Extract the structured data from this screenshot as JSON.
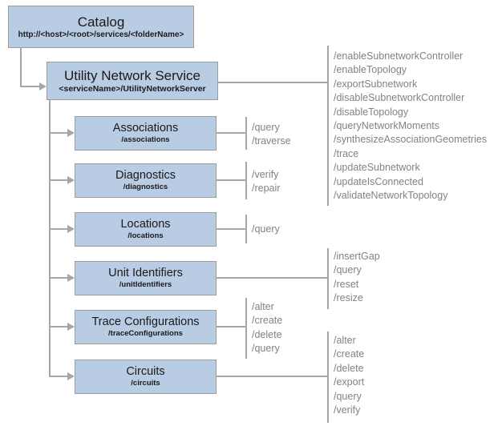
{
  "diagram": {
    "catalog": {
      "title": "Catalog",
      "subtitle": "http://<host>/<root>/services/<folderName>"
    },
    "service": {
      "title": "Utility Network Service",
      "subtitle": "<serviceName>/UtilityNetworkServer"
    },
    "service_operations": [
      "/enableSubnetworkController",
      "/enableTopology",
      "/exportSubnetwork",
      "/disableSubnetworkController",
      "/disableTopology",
      "/queryNetworkMoments",
      "/synthesizeAssociationGeometries",
      "/trace",
      "/updateSubnetwork",
      "/updateIsConnected",
      "/validateNetworkTopology"
    ],
    "resources": [
      {
        "title": "Associations",
        "subtitle": "/associations",
        "operations": [
          "/query",
          "/traverse"
        ]
      },
      {
        "title": "Diagnostics",
        "subtitle": "/diagnostics",
        "operations": [
          "/verify",
          "/repair"
        ]
      },
      {
        "title": "Locations",
        "subtitle": "/locations",
        "operations": [
          "/query"
        ]
      },
      {
        "title": "Unit Identifiers",
        "subtitle": "/unitIdentifiers",
        "operations": [
          "/insertGap",
          "/query",
          "/reset",
          "/resize"
        ]
      },
      {
        "title": "Trace Configurations",
        "subtitle": "/traceConfigurations",
        "operations": [
          "/alter",
          "/create",
          "/delete",
          "/query"
        ]
      },
      {
        "title": "Circuits",
        "subtitle": "/circuits",
        "operations": [
          "/alter",
          "/create",
          "/delete",
          "/export",
          "/query",
          "/verify"
        ]
      }
    ],
    "colors": {
      "box_fill": "#b8cce4",
      "box_border": "#9c9c9c",
      "connector": "#a6a6a6",
      "operation_text": "#828282",
      "node_text": "#1a1a1a"
    }
  }
}
